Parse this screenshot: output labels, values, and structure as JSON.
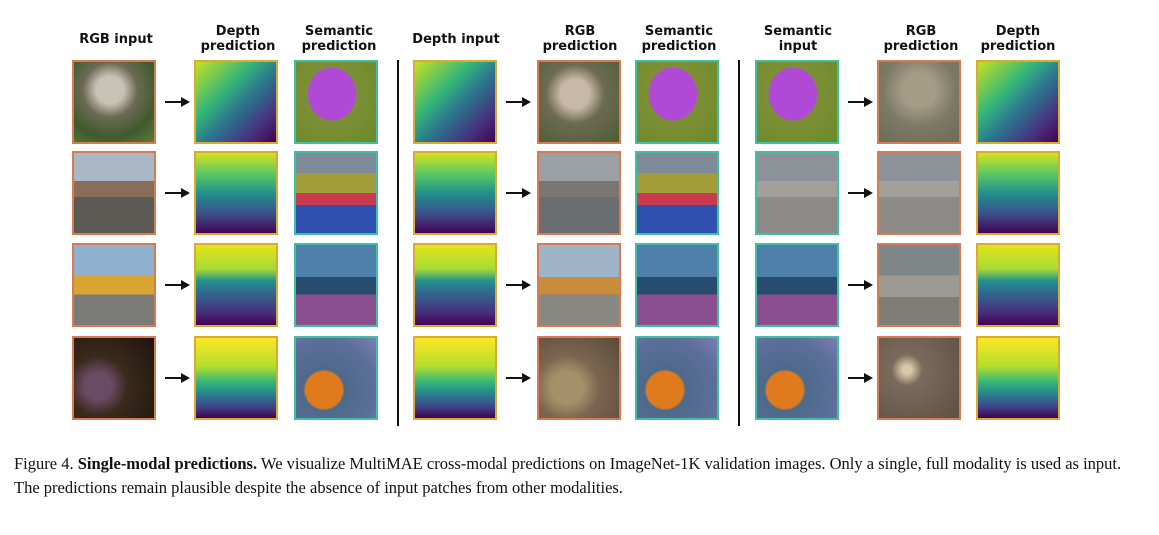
{
  "headers": [
    {
      "id": "h1",
      "text": "RGB input"
    },
    {
      "id": "h2",
      "text": "Depth\nprediction"
    },
    {
      "id": "h3",
      "text": "Semantic\nprediction"
    },
    {
      "id": "h4",
      "text": "Depth input"
    },
    {
      "id": "h5",
      "text": "RGB\nprediction"
    },
    {
      "id": "h6",
      "text": "Semantic\nprediction"
    },
    {
      "id": "h7",
      "text": "Semantic\ninput"
    },
    {
      "id": "h8",
      "text": "RGB\nprediction"
    },
    {
      "id": "h9",
      "text": "Depth\nprediction"
    }
  ],
  "caption": {
    "prefix": "Figure 4. ",
    "title": "Single-modal predictions.",
    "body": " We visualize MultiMAE cross-modal predictions on ImageNet-1K validation images. Only a single, full modality is used as input. The predictions remain plausible despite the absence of input patches from other modalities."
  }
}
